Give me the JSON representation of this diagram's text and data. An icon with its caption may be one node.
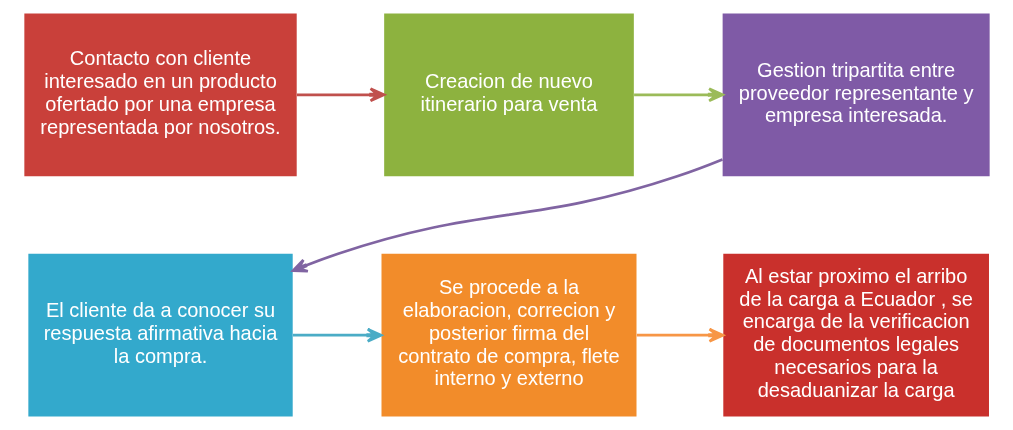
{
  "diagram": {
    "nodes": [
      {
        "text": [
          "Contacto con cliente interesado en un producto ofertado por una empresa representada por nosotros."
        ]
      },
      {
        "text": [
          "Creacion de nuevo itinerario para venta"
        ]
      },
      {
        "text": [
          "Gestion tripartita entre proveedor representante y empresa interesada."
        ]
      },
      {
        "text": [
          "El cliente da a conocer su respuesta afirmativa hacia la compra."
        ]
      },
      {
        "text": [
          "Se procede a la elaboracion, correcion y posterior firma del contrato de compra, flete interno y externo"
        ]
      },
      {
        "text": [
          "Al estar proximo el arribo de la carga a Ecuador , se encarga de la verificacion de documentos legales necesarios para la desaduanizar la carga"
        ]
      }
    ],
    "edges": [
      {
        "from": 0,
        "to": 1,
        "arrow": "to",
        "color": "#c0504d"
      },
      {
        "from": 1,
        "to": 2,
        "arrow": "to",
        "color": "#9bbb59"
      },
      {
        "from": 2,
        "to": 3,
        "arrow": "to",
        "color": "#8064a2"
      },
      {
        "from": 3,
        "to": 4,
        "arrow": "to",
        "color": "#4bacc6"
      },
      {
        "from": 4,
        "to": 5,
        "arrow": "to",
        "color": "#f79646"
      }
    ]
  }
}
